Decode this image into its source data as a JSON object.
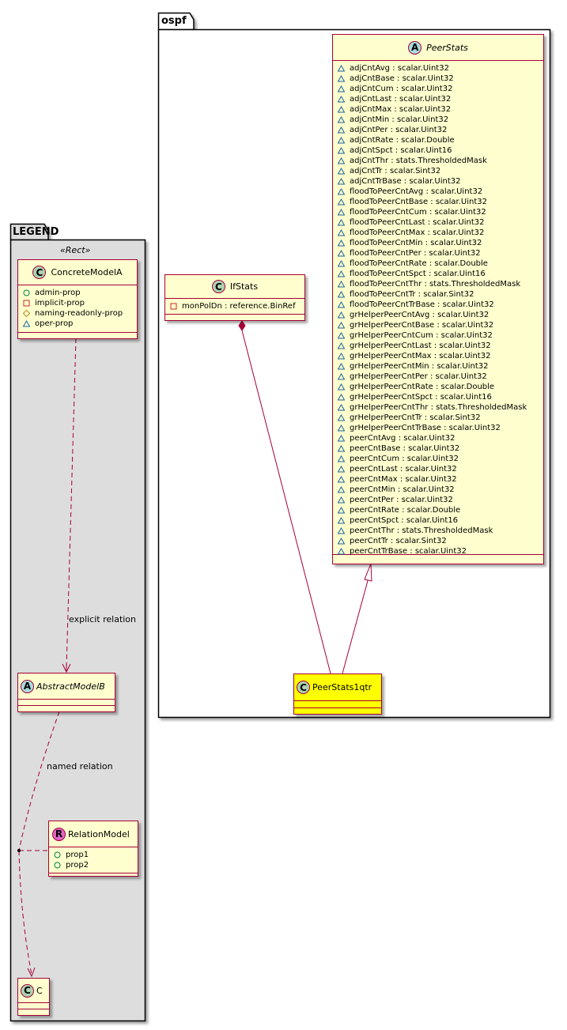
{
  "packages": {
    "ospf": {
      "label": "ospf"
    },
    "legend": {
      "label": "LEGEND",
      "stereotype": "«Rect»"
    }
  },
  "classes": {
    "peer_stats": {
      "badge": "A",
      "name": "PeerStats",
      "attributes": [
        {
          "vis": "package",
          "text": "adjCntAvg : scalar.Uint32"
        },
        {
          "vis": "package",
          "text": "adjCntBase : scalar.Uint32"
        },
        {
          "vis": "package",
          "text": "adjCntCum : scalar.Uint32"
        },
        {
          "vis": "package",
          "text": "adjCntLast : scalar.Uint32"
        },
        {
          "vis": "package",
          "text": "adjCntMax : scalar.Uint32"
        },
        {
          "vis": "package",
          "text": "adjCntMin : scalar.Uint32"
        },
        {
          "vis": "package",
          "text": "adjCntPer : scalar.Uint32"
        },
        {
          "vis": "package",
          "text": "adjCntRate : scalar.Double"
        },
        {
          "vis": "package",
          "text": "adjCntSpct : scalar.Uint16"
        },
        {
          "vis": "package",
          "text": "adjCntThr : stats.ThresholdedMask"
        },
        {
          "vis": "package",
          "text": "adjCntTr : scalar.Sint32"
        },
        {
          "vis": "package",
          "text": "adjCntTrBase : scalar.Uint32"
        },
        {
          "vis": "package",
          "text": "floodToPeerCntAvg : scalar.Uint32"
        },
        {
          "vis": "package",
          "text": "floodToPeerCntBase : scalar.Uint32"
        },
        {
          "vis": "package",
          "text": "floodToPeerCntCum : scalar.Uint32"
        },
        {
          "vis": "package",
          "text": "floodToPeerCntLast : scalar.Uint32"
        },
        {
          "vis": "package",
          "text": "floodToPeerCntMax : scalar.Uint32"
        },
        {
          "vis": "package",
          "text": "floodToPeerCntMin : scalar.Uint32"
        },
        {
          "vis": "package",
          "text": "floodToPeerCntPer : scalar.Uint32"
        },
        {
          "vis": "package",
          "text": "floodToPeerCntRate : scalar.Double"
        },
        {
          "vis": "package",
          "text": "floodToPeerCntSpct : scalar.Uint16"
        },
        {
          "vis": "package",
          "text": "floodToPeerCntThr : stats.ThresholdedMask"
        },
        {
          "vis": "package",
          "text": "floodToPeerCntTr : scalar.Sint32"
        },
        {
          "vis": "package",
          "text": "floodToPeerCntTrBase : scalar.Uint32"
        },
        {
          "vis": "package",
          "text": "grHelperPeerCntAvg : scalar.Uint32"
        },
        {
          "vis": "package",
          "text": "grHelperPeerCntBase : scalar.Uint32"
        },
        {
          "vis": "package",
          "text": "grHelperPeerCntCum : scalar.Uint32"
        },
        {
          "vis": "package",
          "text": "grHelperPeerCntLast : scalar.Uint32"
        },
        {
          "vis": "package",
          "text": "grHelperPeerCntMax : scalar.Uint32"
        },
        {
          "vis": "package",
          "text": "grHelperPeerCntMin : scalar.Uint32"
        },
        {
          "vis": "package",
          "text": "grHelperPeerCntPer : scalar.Uint32"
        },
        {
          "vis": "package",
          "text": "grHelperPeerCntRate : scalar.Double"
        },
        {
          "vis": "package",
          "text": "grHelperPeerCntSpct : scalar.Uint16"
        },
        {
          "vis": "package",
          "text": "grHelperPeerCntThr : stats.ThresholdedMask"
        },
        {
          "vis": "package",
          "text": "grHelperPeerCntTr : scalar.Sint32"
        },
        {
          "vis": "package",
          "text": "grHelperPeerCntTrBase : scalar.Uint32"
        },
        {
          "vis": "package",
          "text": "peerCntAvg : scalar.Uint32"
        },
        {
          "vis": "package",
          "text": "peerCntBase : scalar.Uint32"
        },
        {
          "vis": "package",
          "text": "peerCntCum : scalar.Uint32"
        },
        {
          "vis": "package",
          "text": "peerCntLast : scalar.Uint32"
        },
        {
          "vis": "package",
          "text": "peerCntMax : scalar.Uint32"
        },
        {
          "vis": "package",
          "text": "peerCntMin : scalar.Uint32"
        },
        {
          "vis": "package",
          "text": "peerCntPer : scalar.Uint32"
        },
        {
          "vis": "package",
          "text": "peerCntRate : scalar.Double"
        },
        {
          "vis": "package",
          "text": "peerCntSpct : scalar.Uint16"
        },
        {
          "vis": "package",
          "text": "peerCntThr : stats.ThresholdedMask"
        },
        {
          "vis": "package",
          "text": "peerCntTr : scalar.Sint32"
        },
        {
          "vis": "package",
          "text": "peerCntTrBase : scalar.Uint32"
        }
      ]
    },
    "if_stats": {
      "badge": "C",
      "name": "IfStats",
      "attributes": [
        {
          "vis": "private",
          "text": "monPolDn : reference.BinRef"
        }
      ]
    },
    "peer_stats_1qtr": {
      "badge": "C",
      "name": "PeerStats1qtr",
      "fill": "#FFFF00"
    },
    "concrete_model_a": {
      "badge": "C",
      "name": "ConcreteModelA",
      "attributes": [
        {
          "vis": "public",
          "text": "admin-prop"
        },
        {
          "vis": "private",
          "text": "implicit-prop"
        },
        {
          "vis": "protected",
          "text": "naming-readonly-prop"
        },
        {
          "vis": "package",
          "text": "oper-prop"
        }
      ]
    },
    "abstract_model_b": {
      "badge": "A",
      "name": "AbstractModelB"
    },
    "relation_model": {
      "badge": "R",
      "name": "RelationModel",
      "attributes": [
        {
          "vis": "public",
          "text": "prop1"
        },
        {
          "vis": "public",
          "text": "prop2"
        }
      ]
    },
    "c": {
      "badge": "C",
      "name": "C"
    }
  },
  "relations": {
    "explicit": {
      "label": "explicit relation"
    },
    "named": {
      "label": "named relation"
    }
  },
  "colors": {
    "class_fill": "#FEFECE",
    "class_border": "#A80036",
    "legend_fill": "#DDDDDD",
    "highlight_fill": "#FFFF00",
    "badge_class": "#ADD1B2",
    "badge_abstract": "#A9DCDF",
    "badge_relation": "#E065C8"
  }
}
